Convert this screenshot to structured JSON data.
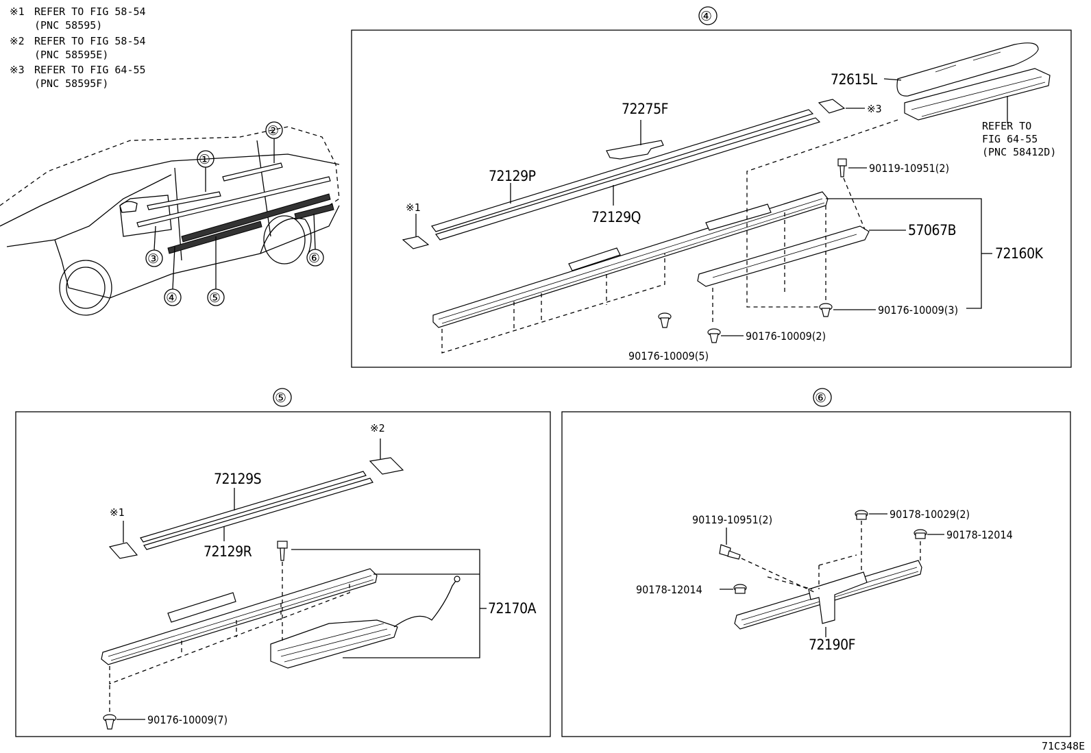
{
  "notes": [
    {
      "mark": "※1",
      "line1": "REFER TO FIG 58-54",
      "line2": "(PNC 58595)"
    },
    {
      "mark": "※2",
      "line1": "REFER TO FIG 58-54",
      "line2": "(PNC 58595E)"
    },
    {
      "mark": "※3",
      "line1": "REFER TO FIG 64-55",
      "line2": "(PNC 58595F)"
    }
  ],
  "overview": {
    "callouts": [
      "①",
      "②",
      "③",
      "④",
      "⑤",
      "⑥"
    ]
  },
  "section4": {
    "marker": "④",
    "labels": {
      "p72615L": "72615L",
      "p72275F": "72275F",
      "p72129P": "72129P",
      "p72129Q": "72129Q",
      "p57067B": "57067B",
      "p72160K": "72160K",
      "ref1": "※1",
      "ref3": "※3",
      "refer_l1": "REFER TO",
      "refer_l2": "FIG 64-55",
      "refer_l3": "(PNC 58412D)",
      "bolt1": "90119-10951(2)",
      "clip3": "90176-10009(3)",
      "clip2": "90176-10009(2)",
      "clip5": "90176-10009(5)"
    }
  },
  "section5": {
    "marker": "⑤",
    "labels": {
      "ref2": "※2",
      "ref1": "※1",
      "p72129S": "72129S",
      "p72129R": "72129R",
      "p72170A": "72170A",
      "clip7": "90176-10009(7)"
    }
  },
  "section6": {
    "marker": "⑥",
    "labels": {
      "bolt": "90119-10951(2)",
      "nut2": "90178-10029(2)",
      "clipA": "90178-12014",
      "clipB": "90178-12014",
      "p72190F": "72190F"
    }
  },
  "figure_id": "71C348E"
}
